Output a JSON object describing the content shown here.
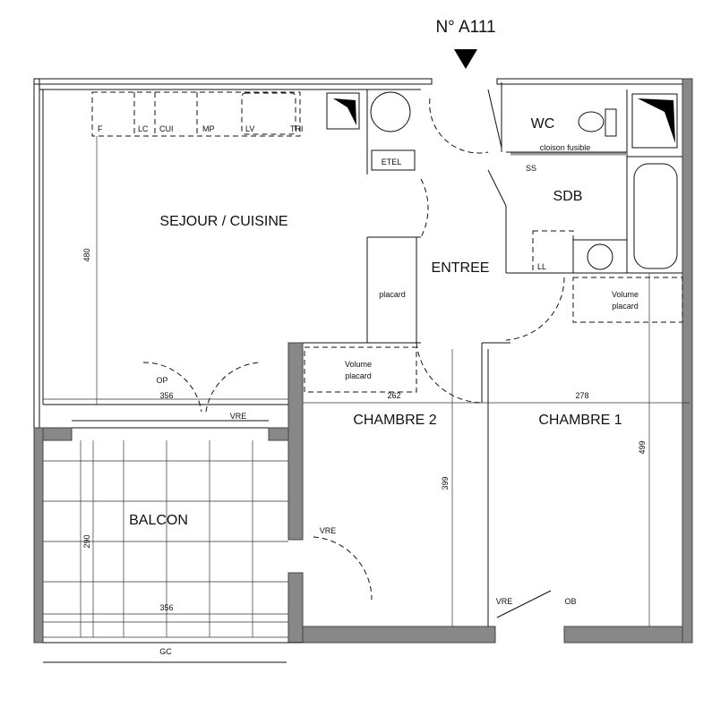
{
  "plan": {
    "unit_number": "N° A111",
    "rooms": {
      "sejour": "SEJOUR / CUISINE",
      "entree": "ENTREE",
      "wc": "WC",
      "sdb": "SDB",
      "chambre1": "CHAMBRE 1",
      "chambre2": "CHAMBRE 2",
      "balcon": "BALCON"
    },
    "labels": {
      "cloison": "cloison fusible",
      "ss": "SS",
      "ll": "LL",
      "etel": "ETEL",
      "placard": "placard",
      "volume_placard_1": [
        "Volume",
        "placard"
      ],
      "volume_placard_2": [
        "Volume",
        "placard"
      ],
      "op": "OP",
      "vre_sejour": "VRE",
      "vre_ch2": "VRE",
      "vre_ch1": "VRE",
      "ob": "OB",
      "gc": "GC"
    },
    "kitchen": [
      "F",
      "LC",
      "CUI",
      "MP",
      "LV",
      "TRI"
    ],
    "dimensions": {
      "sejour_height": "480",
      "sejour_width": "356",
      "ch2_width": "262",
      "ch1_width": "278",
      "ch2_height": "399",
      "ch1_height": "499",
      "balcon_height": "290",
      "balcon_width": "356"
    }
  }
}
